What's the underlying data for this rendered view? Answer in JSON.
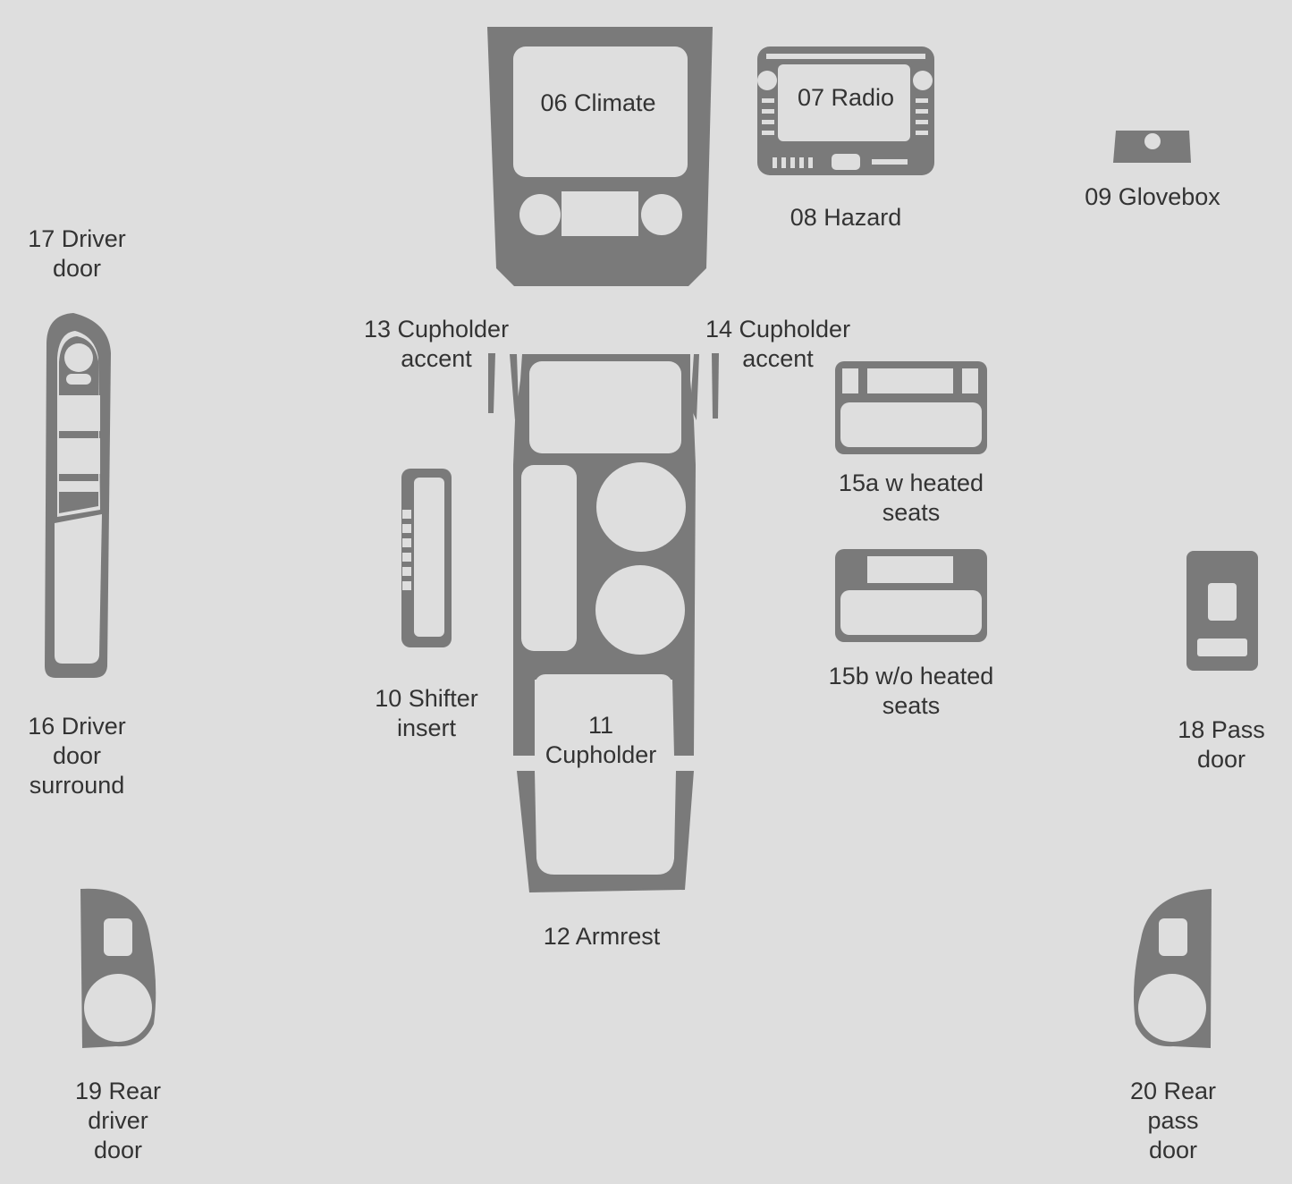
{
  "colors": {
    "background": "#dedede",
    "trim": "#7a7a7a",
    "cutout": "#dedede",
    "text": "#333333"
  },
  "parts": {
    "p06": {
      "lines": [
        "06 Climate"
      ]
    },
    "p07": {
      "lines": [
        "07 Radio"
      ]
    },
    "p08": {
      "lines": [
        "08 Hazard"
      ]
    },
    "p09": {
      "lines": [
        "09 Glovebox"
      ]
    },
    "p10": {
      "lines": [
        "10 Shifter",
        "insert"
      ]
    },
    "p11": {
      "lines": [
        "11",
        "Cupholder"
      ]
    },
    "p12": {
      "lines": [
        "12 Armrest"
      ]
    },
    "p13": {
      "lines": [
        "13 Cupholder",
        "accent"
      ]
    },
    "p14": {
      "lines": [
        "14 Cupholder",
        "accent"
      ]
    },
    "p15a": {
      "lines": [
        "15a w heated",
        "seats"
      ]
    },
    "p15b": {
      "lines": [
        "15b w/o heated",
        "seats"
      ]
    },
    "p16": {
      "lines": [
        "16 Driver",
        "door",
        "surround"
      ]
    },
    "p17": {
      "lines": [
        "17 Driver",
        "door"
      ]
    },
    "p18": {
      "lines": [
        "18 Pass",
        "door"
      ]
    },
    "p19": {
      "lines": [
        "19 Rear",
        "driver",
        "door"
      ]
    },
    "p20": {
      "lines": [
        "20 Rear",
        "pass",
        "door"
      ]
    }
  }
}
